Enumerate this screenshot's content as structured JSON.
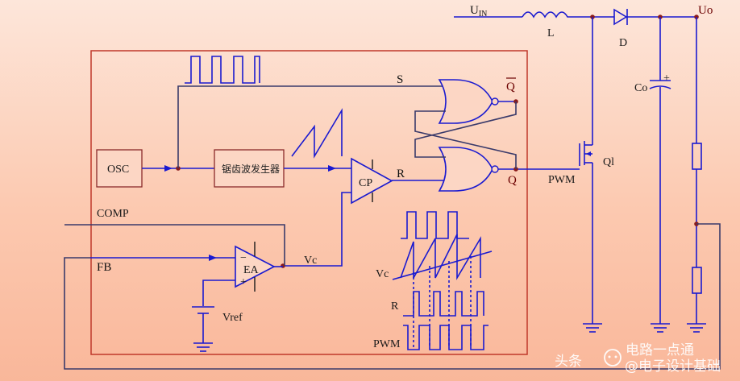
{
  "labels": {
    "uin": "U",
    "uin_sub": "IN",
    "inductor": "L",
    "diode": "D",
    "uo": "Uo",
    "cap": "Co",
    "cap_plus": "+",
    "s": "S",
    "qbar": "Q",
    "osc": "OSC",
    "sawtooth_gen": "锯齿波发生器",
    "cp": "CP",
    "r": "R",
    "q": "Q",
    "pwm": "PWM",
    "q1": "Ql",
    "comp": "COMP",
    "fb": "FB",
    "ea": "EA",
    "ea_minus": "−",
    "ea_plus": "+",
    "vc": "Vc",
    "vref": "Vref",
    "wave_vc": "Vc",
    "wave_r": "R",
    "wave_pwm": "PWM"
  },
  "watermark": {
    "source": "头条",
    "account": "@电子设计基础",
    "logo_text": "电路一点通"
  },
  "colors": {
    "wire": "#1a1ad0",
    "frame": "#c0392b",
    "block_fill": "#fcd6c4"
  }
}
